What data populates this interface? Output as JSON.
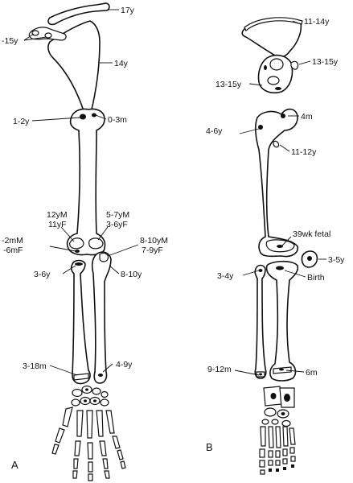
{
  "panels": {
    "a": {
      "letter": "A",
      "labels": {
        "clavicle": "17y",
        "acromion": "-15y",
        "scapula": "14y",
        "humerus_head_left": "1-2y",
        "humerus_head_right": "0-3m",
        "distal_left_top": "12yM",
        "distal_left_bottom": "11yF",
        "distal_right_top": "5-7yM",
        "distal_right_bottom": "3-6yF",
        "elbow_left_top": "-2mM",
        "elbow_left_bottom": "-6mF",
        "elbow_right_top": "8-10yM",
        "elbow_right_bottom": "7-9yF",
        "radius_head": "3-6y",
        "olecranon": "8-10y",
        "distal_radius": "3-18m",
        "distal_ulna": "4-9y"
      }
    },
    "b": {
      "letter": "B",
      "labels": {
        "iliac_crest": "11-14y",
        "pelvis_right": "13-15y",
        "pelvis_left": "13-15y",
        "femur_head": "4m",
        "greater_trochanter": "4-6y",
        "lesser_trochanter": "11-12y",
        "distal_femur": "39wk fetal",
        "patella": "3-5y",
        "proximal_fibula": "3-4y",
        "proximal_tibia": "Birth",
        "distal_fibula": "9-12m",
        "distal_tibia": "6m"
      }
    }
  }
}
